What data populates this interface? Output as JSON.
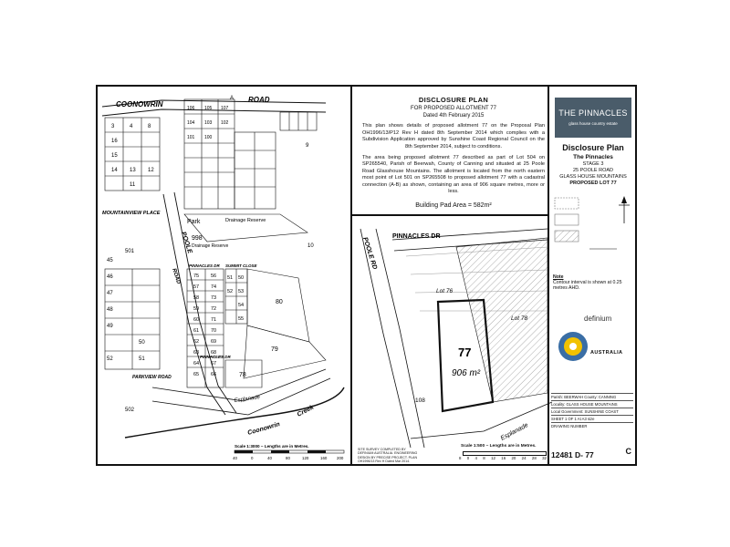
{
  "notes": {
    "heading": "DISCLOSURE PLAN",
    "subheading": "FOR PROPOSED ALLOTMENT 77",
    "date": "Dated 4th February 2015",
    "para1": "This plan shows details of proposed allotment 77 on the Proposal Plan OH1996/13/P12 Rev H dated 8th September 2014 which complies with a Subdivision Application approved by Sunshine Coast Regional Council on the 8th September 2014, subject to conditions.",
    "para2": "The area being proposed allotment 77 described as part of Lot 504 on SP265540, Parish of Beerwah, County of Canning and situated at 25 Poole Road Glasshouse Mountains. The allotment is located from the north eastern most point of Lot 501 on SP265508 to proposed allotment 77 with a cadastral connection (A-B) as shown, containing an area of 906 square metres, more or less.",
    "building_pad": "Building Pad Area = 582m²"
  },
  "map": {
    "road_top": "COONOWRIN",
    "road_top_suffix": "ROAD",
    "point_a": "A",
    "mountainview_place": "MOUNTAINVIEW PLACE",
    "poole_road": "POOLE",
    "poole_road_2": "ROAD",
    "park": "Park",
    "drainage_reserve_1": "Drainage Reserve",
    "lot_998": "998",
    "drainage_reserve_2": "Drainage Reserve",
    "pinnacles_dr": "PINNACLES DR",
    "summit_close": "SUMMIT CLOSE",
    "pinnacles_dr_2": "PINNACLES DR",
    "parkview_road": "PARKVIEW ROAD",
    "esplanade": "Esplanade",
    "coonowrin_creek_1": "Coonowrin",
    "coonowrin_creek_2": "Creek",
    "lot_501": "501",
    "lot_502": "502",
    "lot_10": "10",
    "lot_80": "80",
    "lot_79": "79",
    "lot_78": "78",
    "lot_9": "9",
    "lots_left": [
      "3",
      "4",
      "8",
      "16",
      "15",
      "14",
      "13",
      "12",
      "11",
      "45",
      "46",
      "47",
      "48",
      "49",
      "50",
      "51",
      "52"
    ],
    "lots_row_a": [
      "75",
      "56",
      "57",
      "74",
      "58",
      "73",
      "59",
      "72",
      "60",
      "71",
      "61",
      "70",
      "62",
      "69",
      "63",
      "68",
      "64",
      "67",
      "65",
      "66"
    ],
    "lots_row_b": [
      "51",
      "50",
      "52",
      "53",
      "54",
      "55"
    ],
    "lots_top": [
      "106",
      "105",
      "107",
      "104",
      "103",
      "102",
      "101",
      "100"
    ],
    "scale_text": "Scale 1:3000 ~ Lengths are in Metres.",
    "scale_ticks": [
      "40",
      "0",
      "40",
      "80",
      "120",
      "160",
      "200"
    ]
  },
  "inset": {
    "poole_rd": "POOLE RD",
    "pinnacles_dr": "PINNACLES DR",
    "lot_77": "77",
    "area": "906 m²",
    "lot_76": "Lot 76",
    "lot_78": "Lot 78",
    "lot_108": "108",
    "esplanade": "Esplanade",
    "scale_text": "Scale 1:500 ~ Lengths are in Metres.",
    "scale_ticks": [
      "8",
      "0",
      "4",
      "8",
      "12",
      "16",
      "20",
      "24",
      "28",
      "32"
    ]
  },
  "titleblock": {
    "logo_name": "THE PINNACLES",
    "logo_tagline": "glass house country estate",
    "title": "Disclosure Plan",
    "subtitle": "The Pinnacles",
    "stage": "STAGE 3",
    "address": "25 POOLE ROAD",
    "locality": "GLASS HOUSE MOUNTAINS",
    "lot": "PROPOSED LOT 77",
    "legend_title": "Legend",
    "note_label": "Note",
    "note_text": "Contour interval is shown at 0.25 metres AHD.",
    "company": "definium",
    "company_sub": "AUSTRALIA",
    "rows": [
      "Parish: BEERWAH        County: CANNING",
      "Locality: GLASS HOUSE MOUNTAINS",
      "Local Government: SUNSHINE COAST",
      "SHEET 1 OF 1    At A3 size",
      "DRAWING NUMBER"
    ],
    "drawing_number": "12481 D- 77",
    "revision": "C"
  },
  "certificate": "SITE SURVEY COMPLETED BY DEFINIUM AUSTRALIA. ENGINEERING DESIGN BY PRECISE PROJECT. PLAN OH1996/13 Rev H Dated Mar 2014.",
  "colors": {
    "ink": "#111111",
    "logo_bg": "#4a5c6a",
    "hatch": "#777777"
  }
}
